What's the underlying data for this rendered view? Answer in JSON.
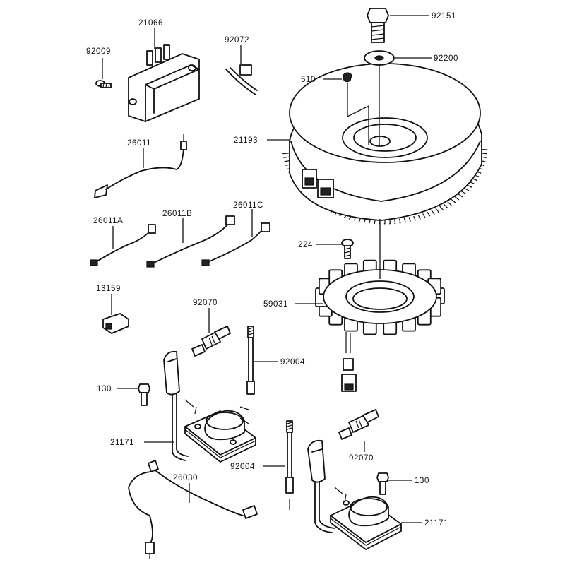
{
  "labels": {
    "p92151": "92151",
    "p92200": "92200",
    "p510": "510",
    "p21193": "21193",
    "p21066": "21066",
    "p92009": "92009",
    "p92072": "92072",
    "p26011": "26011",
    "p26011A": "26011A",
    "p26011B": "26011B",
    "p26011C": "26011C",
    "p224": "224",
    "p59031": "59031",
    "p13159": "13159",
    "p92070_top": "92070",
    "p92004_right": "92004",
    "p130_left": "130",
    "p21171_left": "21171",
    "p26030": "26030",
    "p92004_left": "92004",
    "p92070_bottom": "92070",
    "p130_right": "130",
    "p21171_right": "21171"
  }
}
